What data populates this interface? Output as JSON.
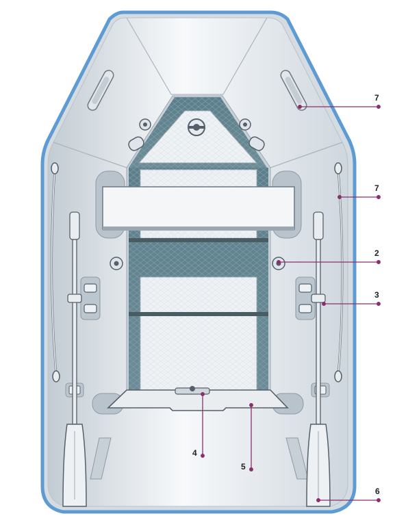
{
  "colors": {
    "hull_outline": "#5f9bd3",
    "hull_light": "#f2f5f7",
    "hull_mid": "#dde3e8",
    "hull_shadow": "#c3ccd3",
    "floor_dark": "#587b87",
    "floor_light": "#e8eef1",
    "seat": "#f3f5f7",
    "callout": "#8a2f6d"
  },
  "callouts": [
    {
      "id": "handle",
      "label": "7"
    },
    {
      "id": "grab-rope",
      "label": "7"
    },
    {
      "id": "oarlock",
      "label": "2"
    },
    {
      "id": "oar-holder",
      "label": "3"
    },
    {
      "id": "transom-plug",
      "label": "4"
    },
    {
      "id": "transom",
      "label": "5"
    },
    {
      "id": "oar",
      "label": "6"
    }
  ]
}
